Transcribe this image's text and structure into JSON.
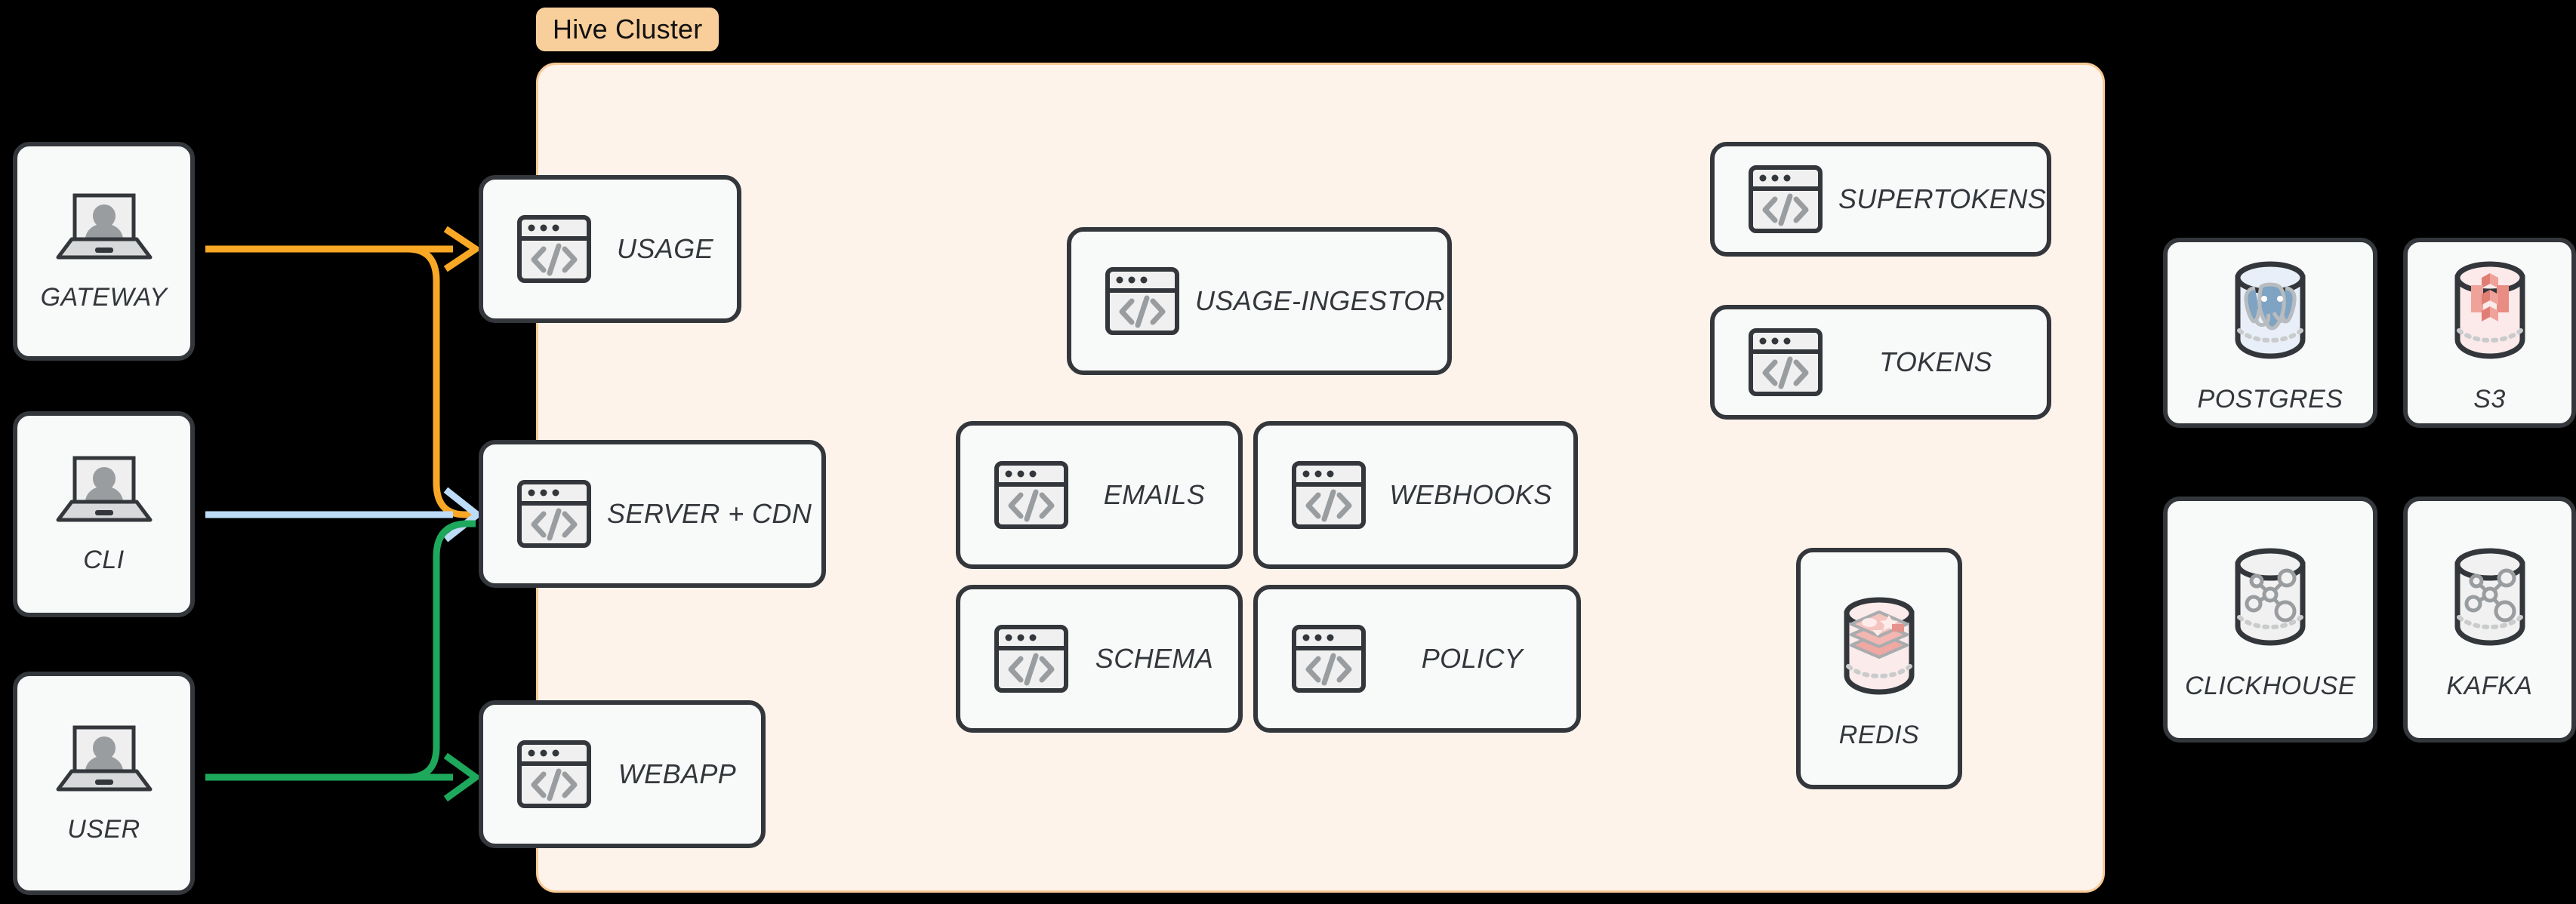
{
  "diagram": {
    "title": "Hive Cluster architecture diagram",
    "background_color": "#000000",
    "cluster": {
      "badge_label": "Hive Cluster",
      "badge_color": "#F8CE9A",
      "panel_fill": "#FDF3EB",
      "panel_border": "#F8C994"
    },
    "clients": [
      {
        "label": "GATEWAY",
        "icon": "laptop-user-icon"
      },
      {
        "label": "CLI",
        "icon": "laptop-user-icon"
      },
      {
        "label": "USER",
        "icon": "laptop-user-icon"
      }
    ],
    "cluster_services": [
      {
        "label": "USAGE",
        "icon": "code-window-icon"
      },
      {
        "label": "SERVER + CDN",
        "icon": "code-window-icon"
      },
      {
        "label": "WEBAPP",
        "icon": "code-window-icon"
      },
      {
        "label": "USAGE-INGESTOR",
        "icon": "code-window-icon"
      },
      {
        "label": "EMAILS",
        "icon": "code-window-icon"
      },
      {
        "label": "WEBHOOKS",
        "icon": "code-window-icon"
      },
      {
        "label": "SCHEMA",
        "icon": "code-window-icon"
      },
      {
        "label": "POLICY",
        "icon": "code-window-icon"
      },
      {
        "label": "SUPERTOKENS",
        "icon": "code-window-icon"
      },
      {
        "label": "TOKENS",
        "icon": "code-window-icon"
      }
    ],
    "cluster_datastores": [
      {
        "label": "REDIS",
        "icon": "redis-cylinder-icon",
        "accent": "#F3A9A3"
      }
    ],
    "external_datastores": [
      {
        "label": "POSTGRES",
        "icon": "postgres-cylinder-icon",
        "accent": "#7FA3C3"
      },
      {
        "label": "S3",
        "icon": "s3-cylinder-icon",
        "accent": "#E88B80"
      },
      {
        "label": "CLICKHOUSE",
        "icon": "graph-cylinder-icon",
        "accent": "#9AA0A3"
      },
      {
        "label": "KAFKA",
        "icon": "graph-cylinder-icon",
        "accent": "#9AA0A3"
      }
    ],
    "connections": [
      {
        "from": "GATEWAY",
        "to": "USAGE",
        "color": "#F9A826",
        "name": "gateway-to-usage"
      },
      {
        "from": "GATEWAY",
        "to": "SERVER + CDN",
        "color": "#F9A826",
        "name": "gateway-to-server-cdn"
      },
      {
        "from": "CLI",
        "to": "SERVER + CDN",
        "color": "#BDDCF7",
        "name": "cli-to-server-cdn"
      },
      {
        "from": "USER",
        "to": "WEBAPP",
        "color": "#1EA85C",
        "name": "user-to-webapp"
      },
      {
        "from": "USER",
        "to": "SERVER + CDN",
        "color": "#1EA85C",
        "name": "user-to-server-cdn"
      }
    ]
  }
}
